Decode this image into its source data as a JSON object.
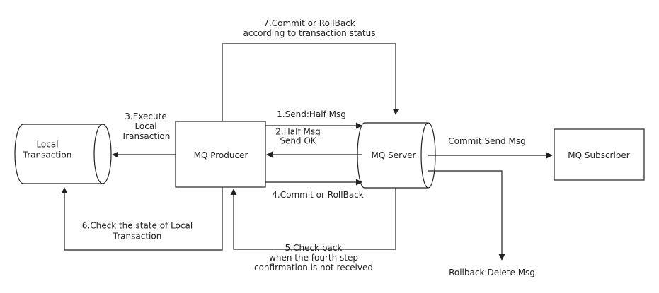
{
  "nodes": {
    "local_transaction": "Local\nTransaction",
    "mq_producer": "MQ Producer",
    "mq_server": "MQ Server",
    "mq_subscriber": "MQ Subscriber"
  },
  "edges": {
    "step1": "1.Send:Half Msg",
    "step2": "2.Half Msg\nSend OK",
    "step3": "3.Execute\nLocal\nTransaction",
    "step4": "4.Commit or RollBack",
    "step5": "5.Check back\nwhen the fourth step\nconfirmation is not received",
    "step6": "6.Check the state of Local\nTransaction",
    "step7": "7.Commit or RollBack\naccording to transaction status",
    "commit": "Commit:Send Msg",
    "rollback": "Rollback:Delete Msg"
  }
}
